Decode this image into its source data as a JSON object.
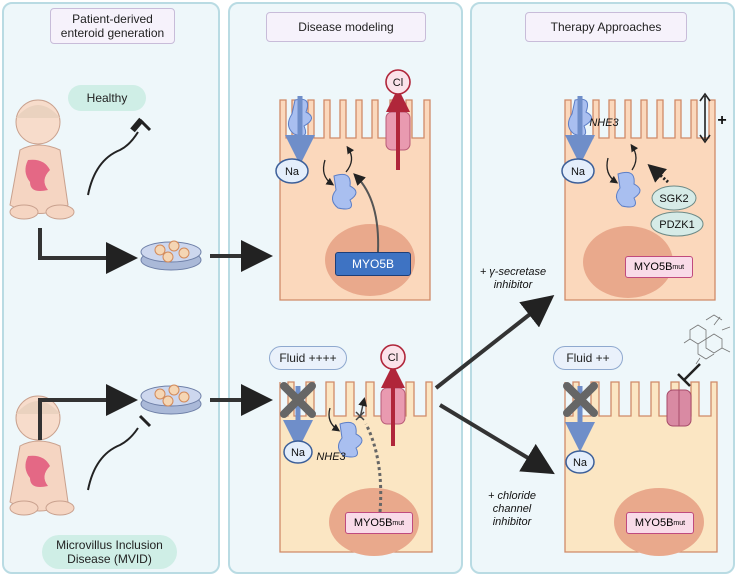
{
  "panels": {
    "left": {
      "title": "Patient-derived enteroid generation",
      "healthy": "Healthy",
      "mvid": "Microvillus Inclusion Disease (MVID)"
    },
    "middle": {
      "title": "Disease modeling",
      "fluid": "Fluid ++++",
      "na": "Na",
      "cl": "Cl",
      "nhe3": "NHE3",
      "myo5b": "MYO5B",
      "myo5b_mut": "MYO5B",
      "mut_sup": "mut"
    },
    "right": {
      "title": "Therapy Approaches",
      "fluid": "Fluid ++",
      "na": "Na",
      "nhe3": "NHE3",
      "sgk2": "SGK2",
      "pdzk1": "PDZK1",
      "myo5b_mut": "MYO5B",
      "mut_sup": "mut",
      "plus": "+"
    }
  },
  "treatments": {
    "gamma": "+ γ-secretase inhibitor",
    "chloride": "+ chloride channel inhibitor"
  },
  "colors": {
    "cell": "#fbd8bc",
    "cell_lower": "#fbe6c3",
    "nucleus": "#e9a98c",
    "panel_bg": "#eef7fa",
    "panel_border": "#b9dbe3",
    "myo5b_box": "#3e73c3",
    "mut_box": "#f9dbe8"
  }
}
